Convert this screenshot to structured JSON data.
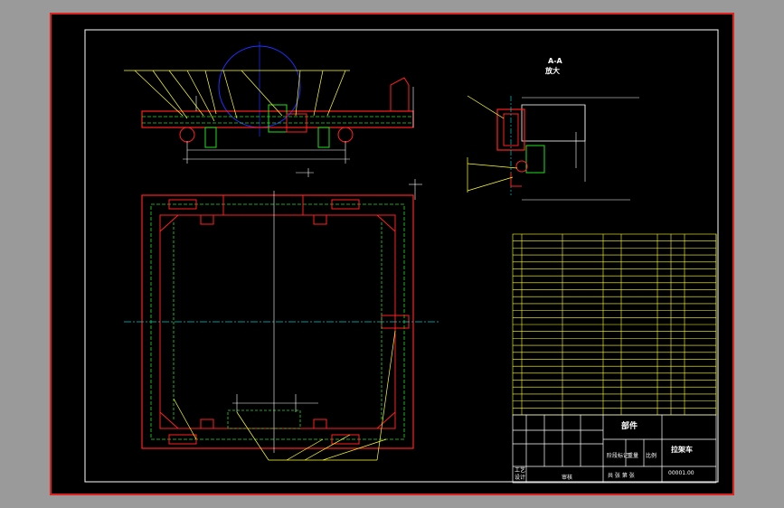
{
  "section_label": "A-A",
  "section_subtitle": "放大",
  "title_block": {
    "part_name": "部件",
    "unit_name": "拉架车",
    "drawing_no": "00001.00",
    "labels": {
      "process": "工艺",
      "design": "设计",
      "check": "审核",
      "stage": "阶段标记",
      "weight": "重量",
      "scale": "比例",
      "sheets": "共 张 第 张"
    }
  },
  "bom_rows": 26,
  "colors": {
    "background": "#000000",
    "border": "#d22222",
    "frame_outline": "#ff2020",
    "hidden_line": "#20e020",
    "dimension": "#ffffff",
    "center_line": "#00c8c8",
    "leader": "#ffff30",
    "wheel_circle": "#2030ff",
    "table": "#ffff30"
  }
}
